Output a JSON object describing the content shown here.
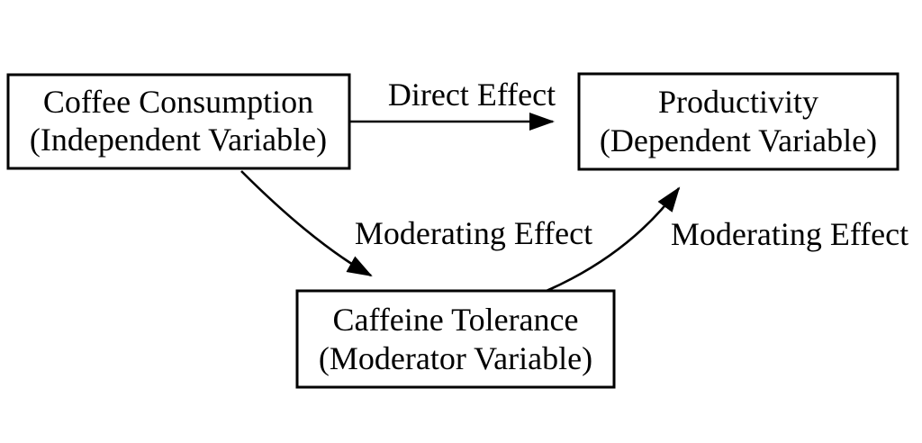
{
  "diagram": {
    "background_color": "#ffffff",
    "line_color": "#000000",
    "text_color": "#000000",
    "nodes": {
      "independent": {
        "line1": "Coffee Consumption",
        "line2": "(Independent Variable)"
      },
      "dependent": {
        "line1": "Productivity",
        "line2": "(Dependent Variable)"
      },
      "moderator": {
        "line1": "Caffeine Tolerance",
        "line2": "(Moderator Variable)"
      }
    },
    "edges": {
      "direct": {
        "label": "Direct Effect"
      },
      "moderating_left": {
        "label": "Moderating Effect"
      },
      "moderating_right": {
        "label": "Moderating Effect"
      }
    }
  }
}
